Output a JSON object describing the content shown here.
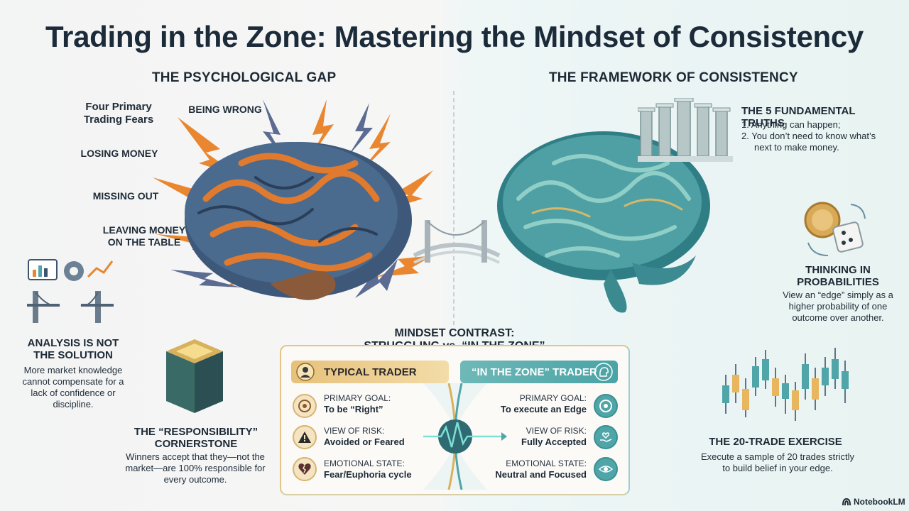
{
  "title": "Trading in the Zone: Mastering the Mindset of Consistency",
  "left": {
    "heading": "THE PSYCHOLOGICAL GAP",
    "fears_title": "Four Primary Trading Fears",
    "fears": [
      "BEING WRONG",
      "LOSING MONEY",
      "MISSING OUT",
      "LEAVING MONEY ON THE TABLE"
    ],
    "analysis": {
      "heading": "ANALYSIS IS NOT THE SOLUTION",
      "body": "More market knowledge cannot compensate for a lack of confidence or discipline."
    },
    "responsibility": {
      "heading": "THE “RESPONSIBILITY” CORNERSTONE",
      "body": "Winners accept that they—not the market—are 100% responsible for every outcome."
    }
  },
  "right": {
    "heading": "THE FRAMEWORK OF CONSISTENCY",
    "truths": {
      "heading": "THE 5 FUNDAMENTAL TRUTHS",
      "items": [
        "1.  Anything can happen;",
        "2.  You don’t need to know what’s",
        "next to make money."
      ]
    },
    "probabilities": {
      "heading": "THINKING IN PROBABILITIES",
      "body": "View an “edge” simply as a higher probability of one outcome over another."
    },
    "exercise": {
      "heading": "THE 20-TRADE EXERCISE",
      "body": "Execute a sample of 20 trades strictly to build belief in your edge."
    }
  },
  "contrast": {
    "heading_line1": "MINDSET CONTRAST:",
    "heading_line2": "STRUGGLING vs. “IN THE ZONE”",
    "left_header": "TYPICAL TRADER",
    "right_header": "“IN THE ZONE” TRADER",
    "rows": [
      {
        "label": "PRIMARY GOAL:",
        "left": "To be “Right”",
        "right": "To execute an Edge"
      },
      {
        "label": "VIEW OF RISK:",
        "left": "Avoided or Feared",
        "right": "Fully Accepted"
      },
      {
        "label": "EMOTIONAL STATE:",
        "left": "Fear/Euphoria cycle",
        "right": "Neutral and Focused"
      }
    ]
  },
  "brand": "NotebookLM",
  "colors": {
    "teal": "#4fa5a7",
    "gold": "#e7c17b",
    "orange": "#e07a2e",
    "navy": "#2f4a66"
  }
}
